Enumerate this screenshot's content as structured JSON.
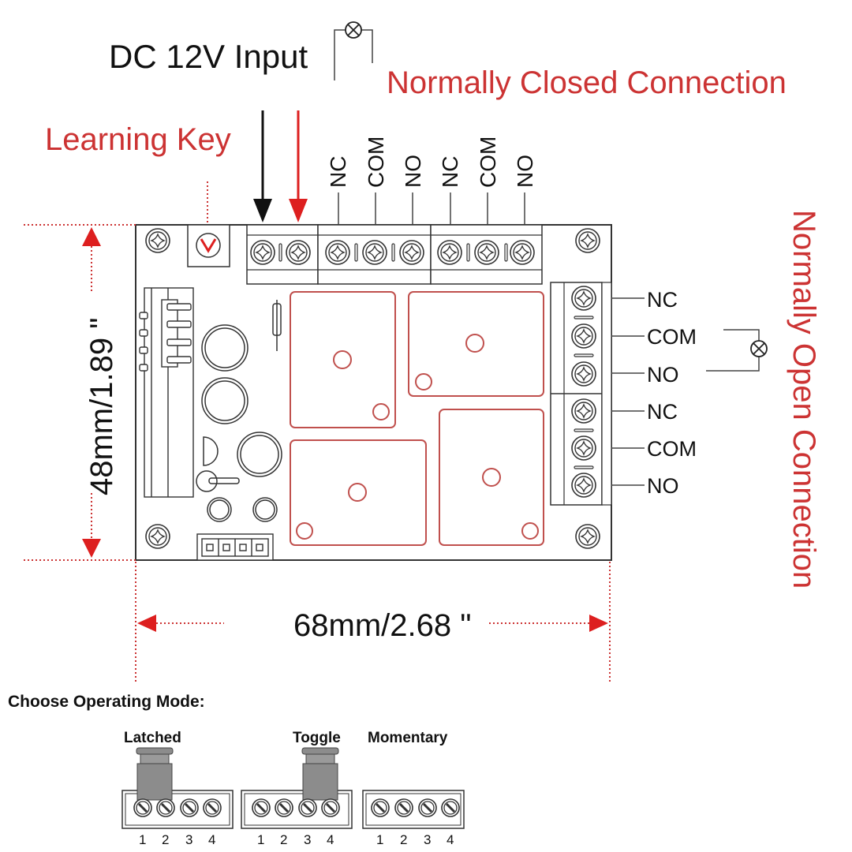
{
  "colors": {
    "accent_red": "#cc3333",
    "arrow_red": "#dd1f1f",
    "relay_red": "#c0504d",
    "ink": "#222222",
    "jumper_gray": "#8c8c8c"
  },
  "labels": {
    "dc_input": "DC 12V Input",
    "normally_closed": "Normally Closed Connection",
    "learning_key": "Learning Key",
    "normally_open": "Normally Open Connection",
    "height_dim": "48mm/1.89 \"",
    "width_dim": "68mm/2.68 \""
  },
  "top_terminals": [
    "NC",
    "COM",
    "NO",
    "NC",
    "COM",
    "NO"
  ],
  "right_terminals": [
    "NC",
    "COM",
    "NO",
    "NC",
    "COM",
    "NO"
  ],
  "icons": {
    "lamp": "lamp-icon",
    "screw": "screw-terminal-icon"
  },
  "modes": {
    "title": "Choose Operating Mode:",
    "items": [
      {
        "label": "Latched",
        "pins": [
          "1",
          "2",
          "3",
          "4"
        ],
        "jumper": "1-2"
      },
      {
        "label": "Toggle",
        "pins": [
          "1",
          "2",
          "3",
          "4"
        ],
        "jumper": "3-4"
      },
      {
        "label": "Momentary",
        "pins": [
          "1",
          "2",
          "3",
          "4"
        ],
        "jumper": "none"
      }
    ]
  }
}
